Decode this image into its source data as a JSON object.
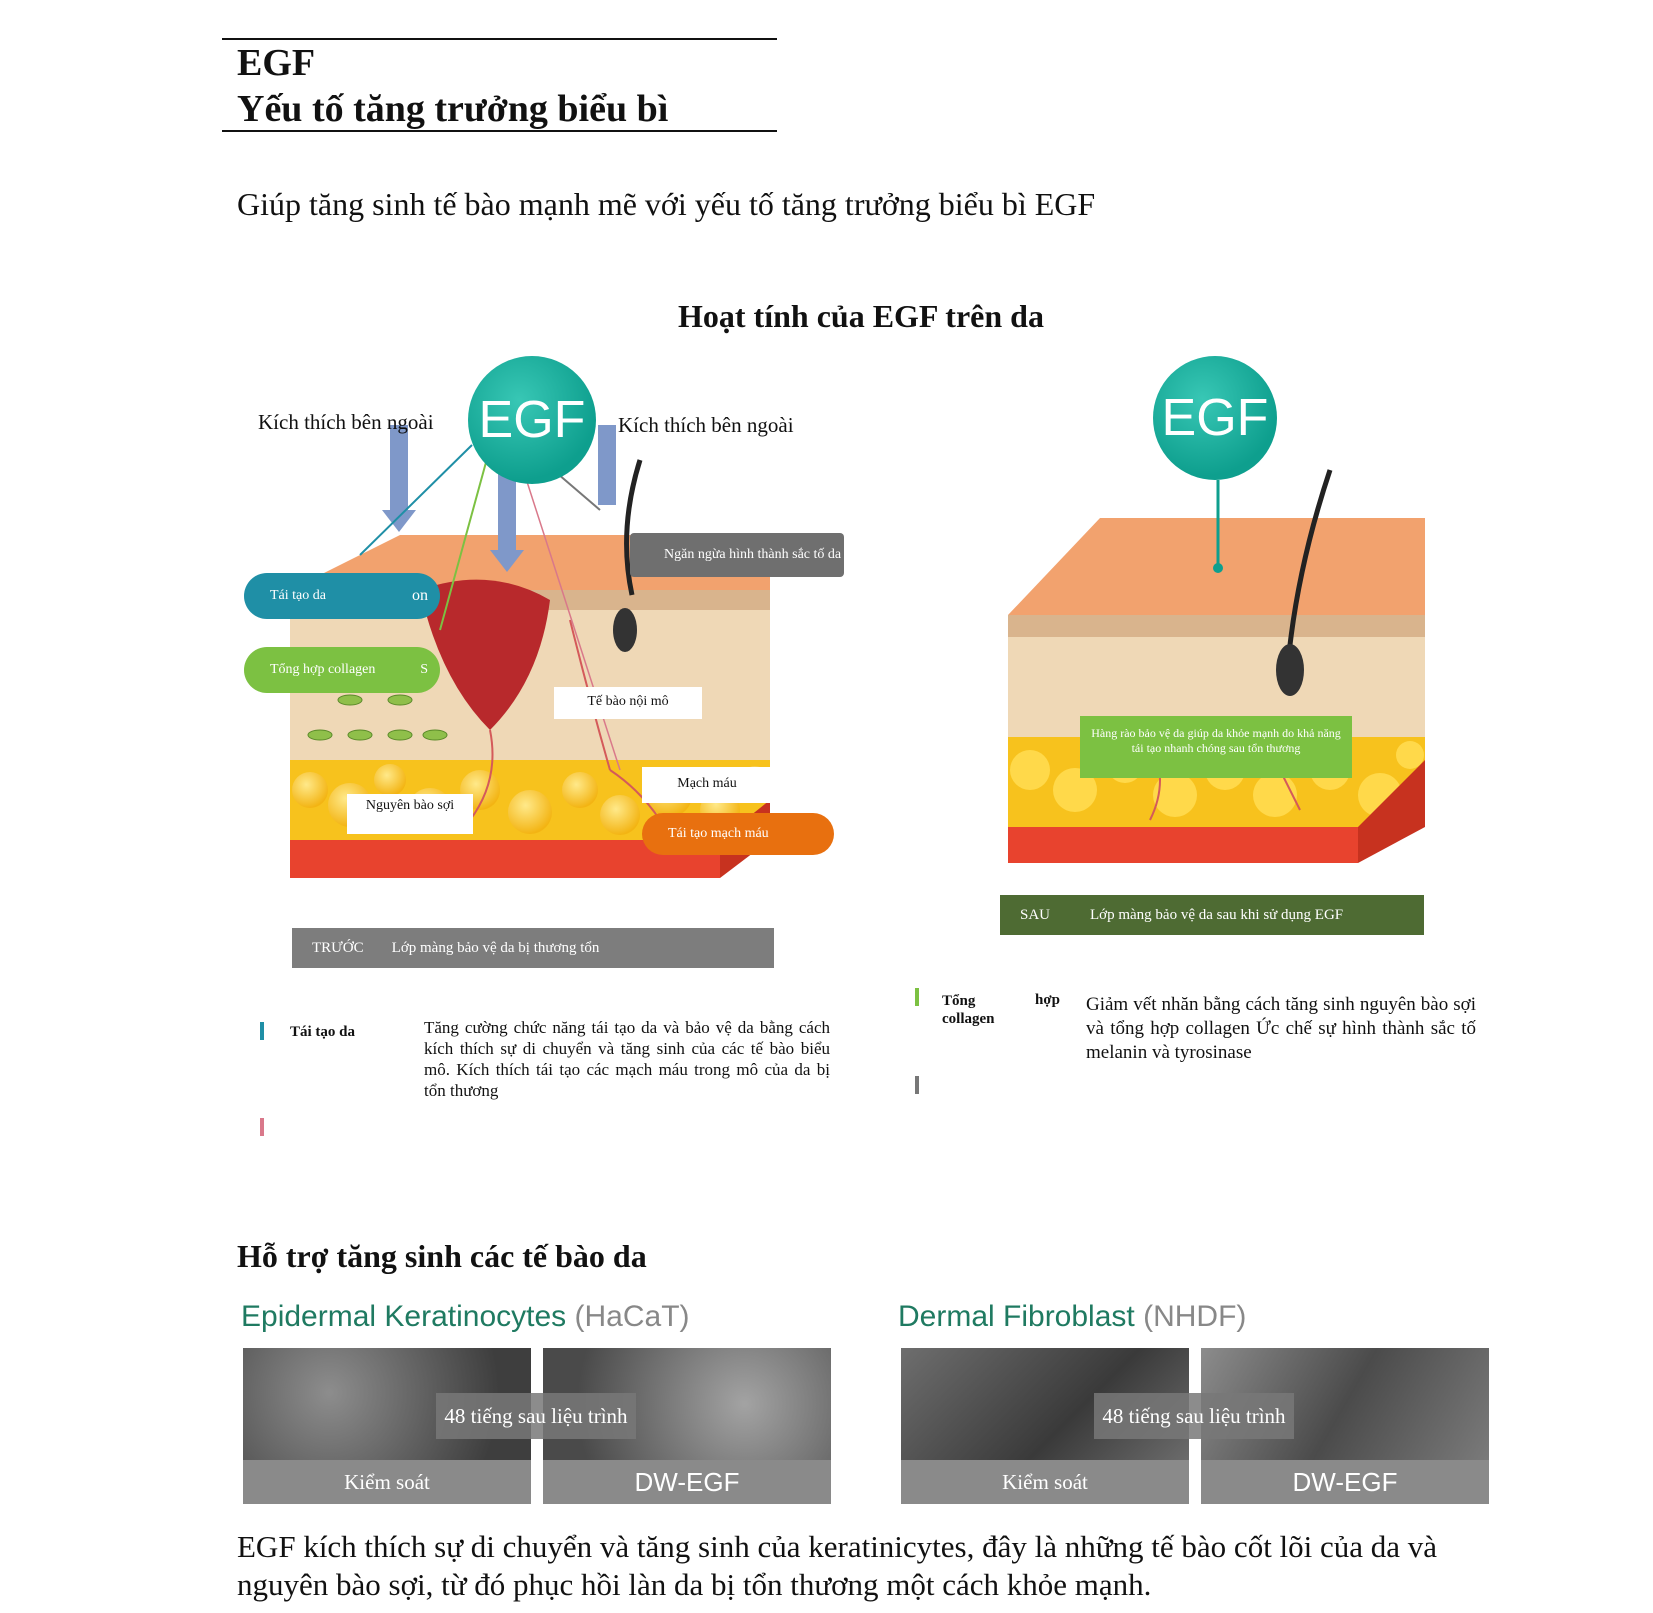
{
  "header": {
    "title_line1": "EGF",
    "title_line2": "Yếu tố tăng trưởng biểu bì",
    "subtitle": "Giúp tăng sinh tế bào mạnh mẽ với yếu tố tăng trưởng biểu bì EGF"
  },
  "diagram": {
    "title": "Hoạt tính của EGF trên da",
    "egf_label": "EGF",
    "left_stimulus": "Kích thích bên ngoài",
    "right_stimulus": "Kích thích bên ngoài",
    "pill_regen": "Tái tạo da",
    "pill_regen_tail": "on",
    "pill_collagen": "Tổng hợp collagen",
    "pill_collagen_tail": "S",
    "pigment_box": "Ngăn ngừa hình thành sắc tố da",
    "endothelial": "Tế bào nội mô",
    "vessel": "Mạch máu",
    "fibroblast": "Nguyên bào sợi",
    "vessel_regen": "Tái tạo mạch máu",
    "before_tag": "TRƯỚC",
    "before_text": "Lớp màng bảo vệ da bị thương tổn",
    "after_note": "Hàng rào bảo vệ da giúp da khỏe mạnh do khả năng tái tạo nhanh chóng sau tổn thương",
    "after_tag": "SAU",
    "after_text": "Lớp màng bảo vệ da sau khi sử dụng EGF"
  },
  "legend": {
    "left_label": "Tái tạo da",
    "left_desc": "Tăng cường chức năng tái tạo da và bảo vệ da bằng cách kích thích sự di chuyển và tăng sinh của các tế bào biểu mô. Kích thích tái tạo các mạch máu trong mô của da bị tổn thương",
    "right_label": "Tổng collagen",
    "right_label_tail": "hợp",
    "right_desc": "Giảm vết nhăn bằng cách tăng sinh nguyên bào sợi và tổng hợp collagen Ức chế sự hình thành sắc tố melanin và tyrosinase",
    "colors": {
      "teal": "#1f8fa6",
      "pink": "#d9788a",
      "green": "#7cc142",
      "gray": "#777777"
    }
  },
  "cells": {
    "heading": "Hỗ trợ tăng sinh các tế bào da",
    "left_title": "Epidermal Keratinocytes",
    "left_paren": "(HaCaT)",
    "right_title": "Dermal Fibroblast",
    "right_paren": "(NHDF)",
    "overlay_text": "48 tiếng sau liệu trình",
    "control_label": "Kiểm soát",
    "treated_label": "DW-EGF"
  },
  "footer": {
    "text": "EGF kích thích sự di chuyển và tăng sinh của keratinicytes, đây là những tế bào cốt lõi của da và nguyên bào sợi, từ đó phục hồi làn da bị tổn thương một cách khỏe mạnh."
  },
  "colors": {
    "egf_teal": "#0e9f8e",
    "skin_top": "#f2a26e",
    "fat": "#f7c21d",
    "base_red": "#e8432e",
    "orange_pill": "#e8700f",
    "dark_green_bar": "#4e6b33"
  }
}
